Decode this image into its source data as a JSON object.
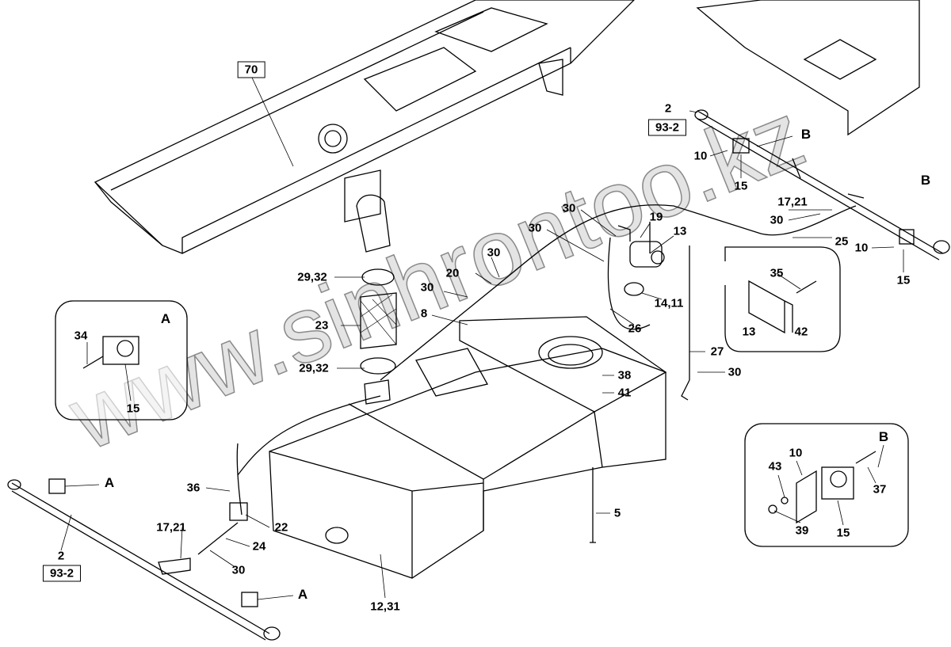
{
  "watermark": "www.sinhrontoo.kz",
  "callouts": [
    {
      "text": "70",
      "boxed": true
    },
    {
      "text": "2"
    },
    {
      "text": "93-2",
      "boxed": true
    },
    {
      "text": "B"
    },
    {
      "text": "10"
    },
    {
      "text": "15"
    },
    {
      "text": "17,21"
    },
    {
      "text": "B"
    },
    {
      "text": "30"
    },
    {
      "text": "25"
    },
    {
      "text": "10"
    },
    {
      "text": "15"
    },
    {
      "text": "30"
    },
    {
      "text": "19"
    },
    {
      "text": "13"
    },
    {
      "text": "30"
    },
    {
      "text": "35"
    },
    {
      "text": "30"
    },
    {
      "text": "20"
    },
    {
      "text": "30"
    },
    {
      "text": "14,11"
    },
    {
      "text": "26"
    },
    {
      "text": "13"
    },
    {
      "text": "42"
    },
    {
      "text": "29,32"
    },
    {
      "text": "8"
    },
    {
      "text": "23"
    },
    {
      "text": "A"
    },
    {
      "text": "34"
    },
    {
      "text": "15"
    },
    {
      "text": "29,32"
    },
    {
      "text": "27"
    },
    {
      "text": "30"
    },
    {
      "text": "38"
    },
    {
      "text": "41"
    },
    {
      "text": "36"
    },
    {
      "text": "A"
    },
    {
      "text": "22"
    },
    {
      "text": "5"
    },
    {
      "text": "17,21"
    },
    {
      "text": "24"
    },
    {
      "text": "30"
    },
    {
      "text": "2"
    },
    {
      "text": "93-2",
      "boxed": true
    },
    {
      "text": "A"
    },
    {
      "text": "12,31"
    },
    {
      "text": "B"
    },
    {
      "text": "10"
    },
    {
      "text": "43"
    },
    {
      "text": "37"
    },
    {
      "text": "39"
    },
    {
      "text": "15"
    }
  ]
}
